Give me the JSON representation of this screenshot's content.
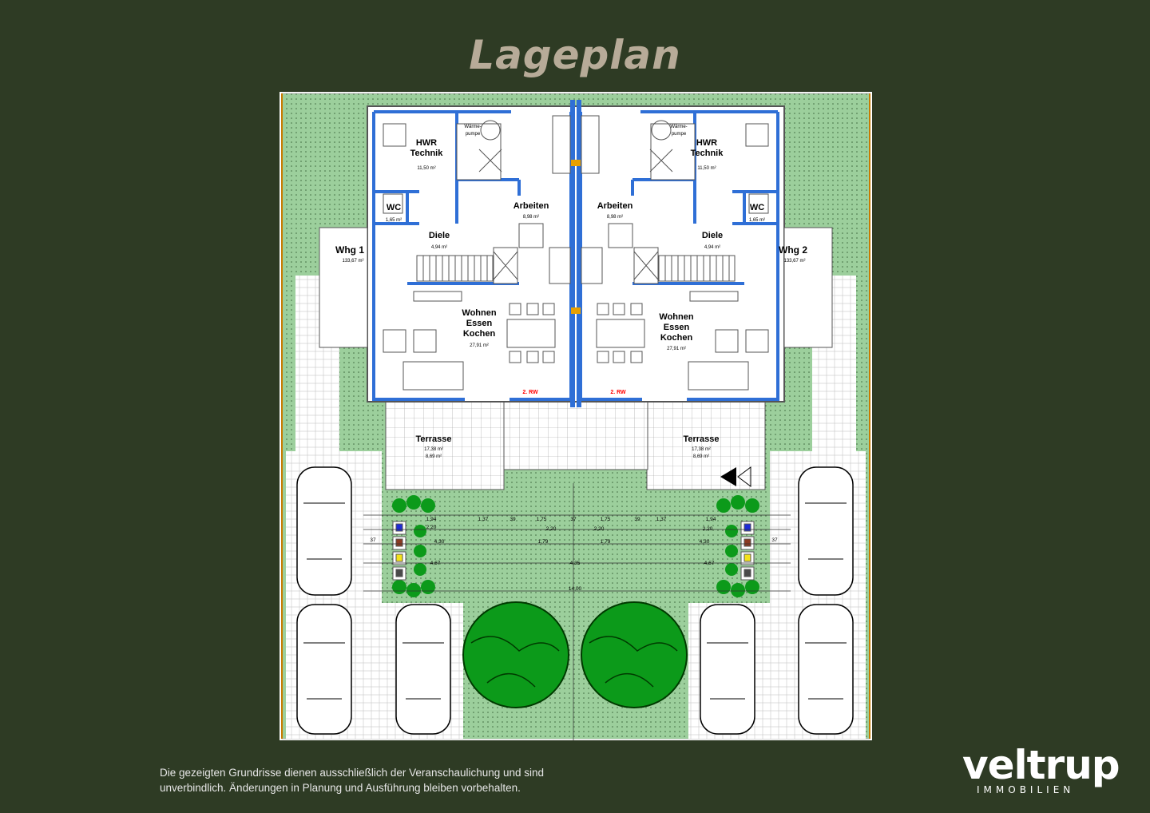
{
  "title": "Lageplan",
  "plan": {
    "rooms": {
      "hwr": "HWR",
      "technik": "Technik",
      "hwr_area": "11,50 m²",
      "wc": "WC",
      "wc_area": "1,65 m²",
      "arbeiten": "Arbeiten",
      "arbeiten_area": "8,98 m²",
      "diele": "Diele",
      "diele_area": "4,94 m²",
      "wohnen": "Wohnen",
      "essen": "Essen",
      "kochen": "Kochen",
      "wohnen_area": "27,91 m²",
      "terrasse": "Terrasse",
      "terrasse_area1": "17,38 m²",
      "terrasse_area2": "8,69 m²",
      "waermepumpe": "Wärme-",
      "waermepumpe2": "pumpe",
      "rw": "2. RW"
    },
    "units": {
      "left": "Whg 1",
      "left_area": "133,67 m²",
      "right": "Whg 2",
      "right_area": "133,67 m²"
    },
    "dims": {
      "d1": "1,37",
      "d2": "39",
      "d3": "1,75",
      "d4": "37",
      "d5": "2,20",
      "d6": "4,30",
      "d7": "4,67",
      "d8": "1,79",
      "d9": "4,35",
      "d10": "14,00",
      "d11": "1,94"
    },
    "colors": {
      "lawn": "#9ccf9c",
      "wall": "#2f6fd6",
      "tree": "#0c9a1a",
      "background": "#2e3b24"
    }
  },
  "disclaimer": {
    "line1": "Die gezeigten Grundrisse dienen ausschließlich der Veranschaulichung und sind",
    "line2": "unverbindlich. Änderungen in Planung und Ausführung bleiben vorbehalten."
  },
  "logo": {
    "name": "veltrup",
    "sub": "IMMOBILIEN"
  }
}
